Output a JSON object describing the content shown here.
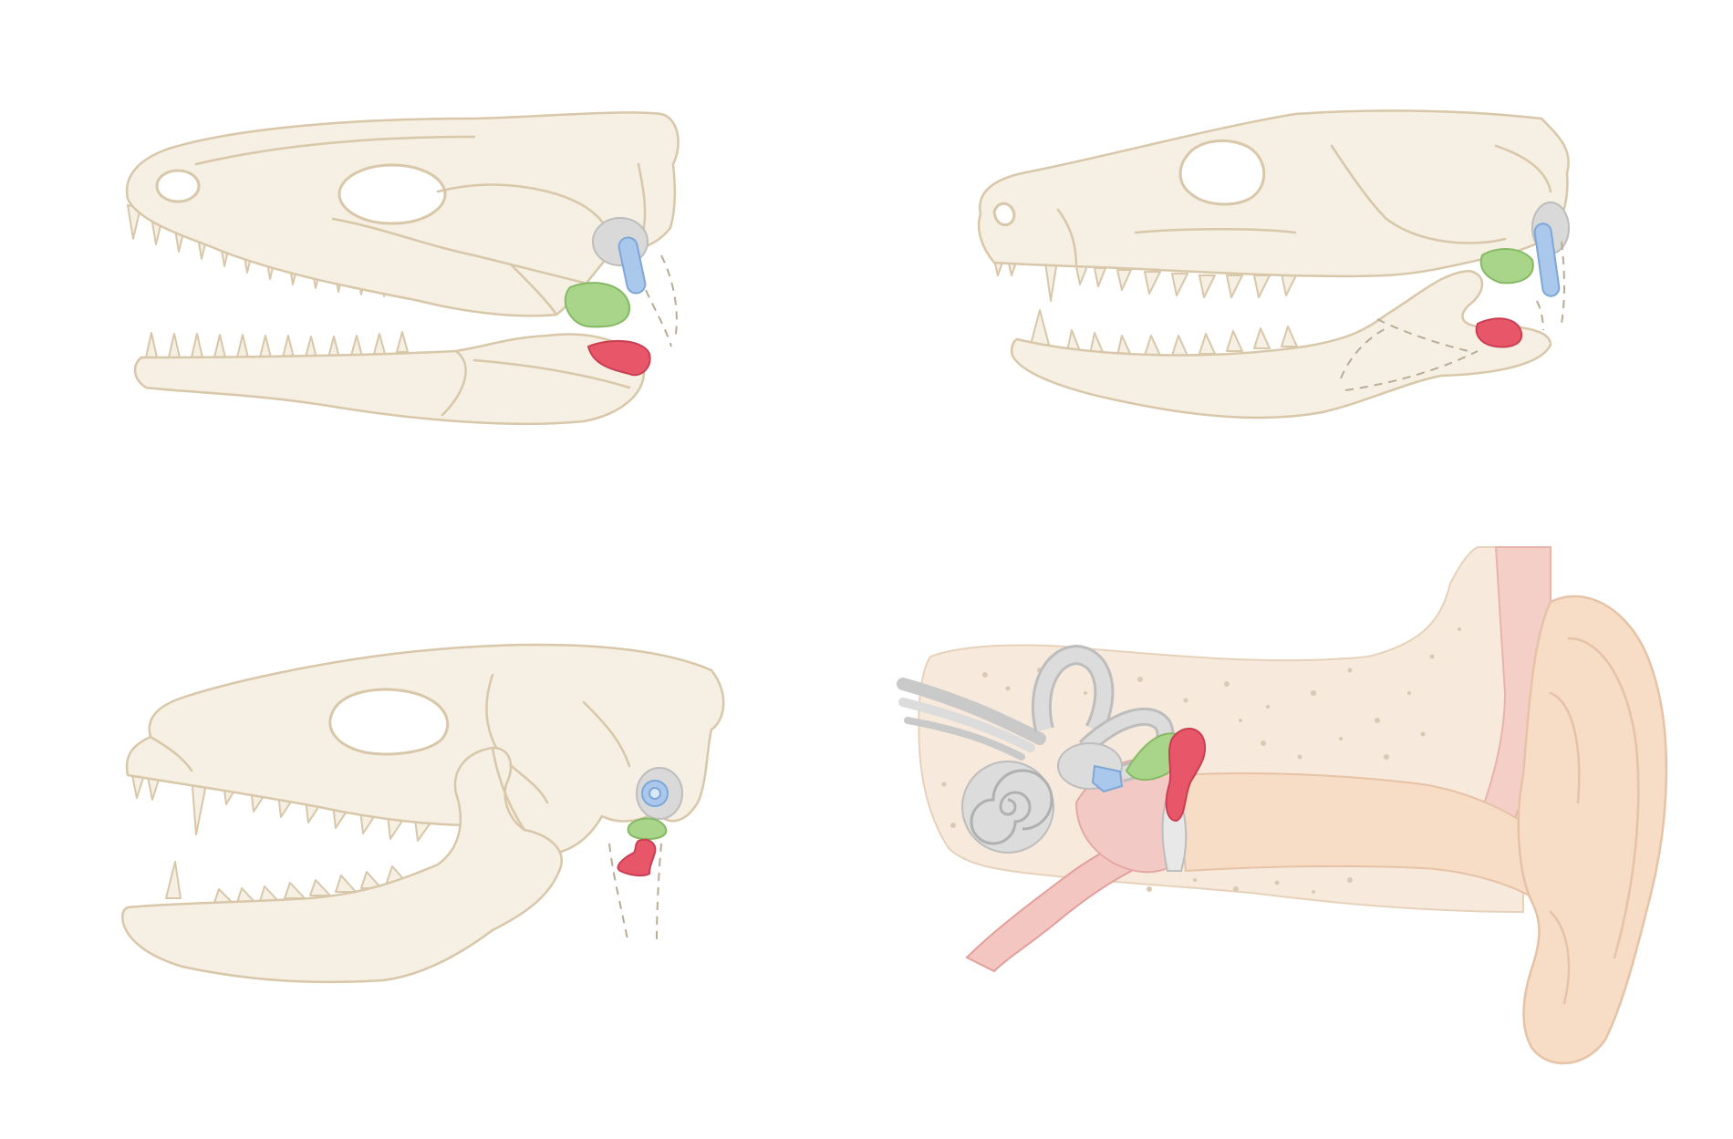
{
  "colors": {
    "bone_fill": "#f6efe3",
    "bone_outline": "#d8c7a9",
    "stapes_blue": "#a9c8ec",
    "incus_green": "#a9d58b",
    "malleus_red": "#e8566a",
    "otic_grey": "#d9d9d9",
    "soft_tissue_pink": "#f2c9c4",
    "skin_peach": "#f7dcc6"
  },
  "panels": [
    {
      "id": "early-reptile-skull",
      "highlighted_elements": [
        "stapes",
        "quadrate",
        "articular"
      ]
    },
    {
      "id": "advanced-synapsid-skull",
      "highlighted_elements": [
        "stapes",
        "quadrate",
        "articular"
      ]
    },
    {
      "id": "mammal-skull",
      "highlighted_elements": [
        "stapes",
        "incus",
        "malleus"
      ]
    },
    {
      "id": "human-ear-cross-section",
      "highlighted_elements": [
        "stapes",
        "incus",
        "malleus",
        "cochlea",
        "semicircular-canals",
        "ear-canal",
        "pinna"
      ]
    }
  ]
}
